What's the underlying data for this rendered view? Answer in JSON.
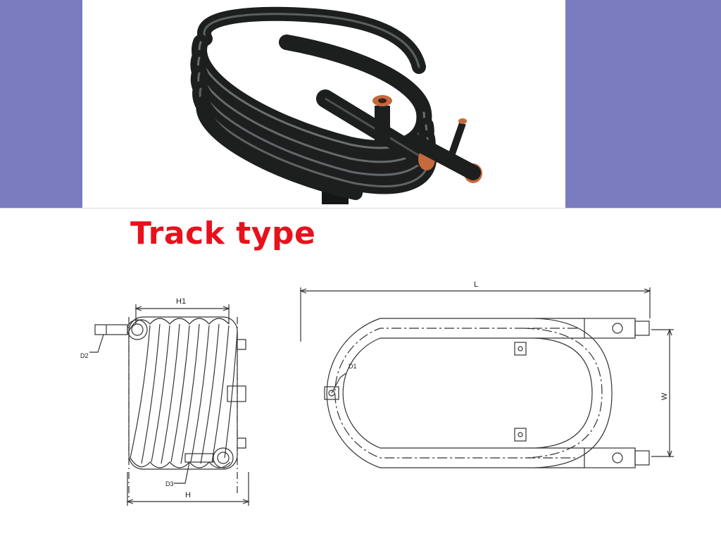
{
  "colors": {
    "side_panel": "#7b7bbf",
    "title": "#e8111c",
    "tube_dark": "#1c1f1e",
    "copper": "#c5693e",
    "line": "#333333"
  },
  "title": "Track type",
  "photo": {
    "subject": "black coiled track-type heat exchanger tube with copper connectors"
  },
  "side_view": {
    "labels": {
      "h1": "H1",
      "h": "H",
      "d2": "D2",
      "d3": "D3"
    }
  },
  "top_view": {
    "labels": {
      "l": "L",
      "w": "W",
      "d1": "D1"
    }
  }
}
